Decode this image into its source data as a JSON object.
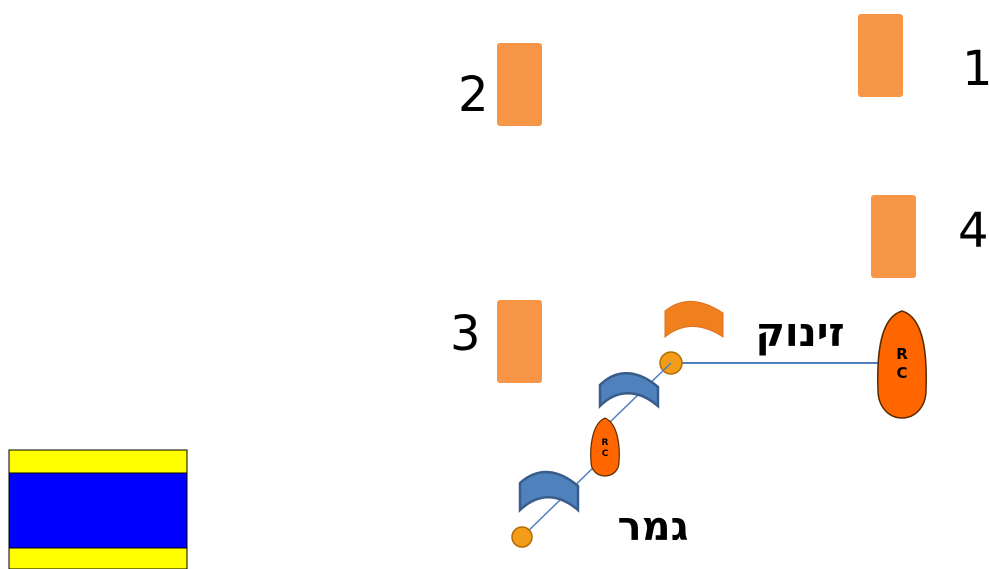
{
  "course": {
    "marks": [
      {
        "number": "1"
      },
      {
        "number": "2"
      },
      {
        "number": "3"
      },
      {
        "number": "4"
      }
    ],
    "start_line": {
      "label": "זינוק",
      "boat_text": [
        "R",
        "C"
      ]
    },
    "finish_line": {
      "label": "גמר",
      "boat_text": [
        "R",
        "C"
      ]
    }
  },
  "colors": {
    "mark": "#f79646",
    "boat": "#ff6600",
    "start_flag": "#f07f1e",
    "finish_flag": "#4f81bd",
    "buoy": "#f39c1a",
    "line": "#4f81bd",
    "legend_top": "#ffff00",
    "legend_middle": "#0000ff",
    "legend_bottom": "#ffff00"
  },
  "icons": {
    "mark": "orange-rectangle-mark-icon",
    "boat": "rc-boat-icon",
    "flag": "wavy-flag-icon",
    "buoy": "pin-buoy-icon",
    "legend": "yellow-blue-yellow-flag-icon"
  }
}
